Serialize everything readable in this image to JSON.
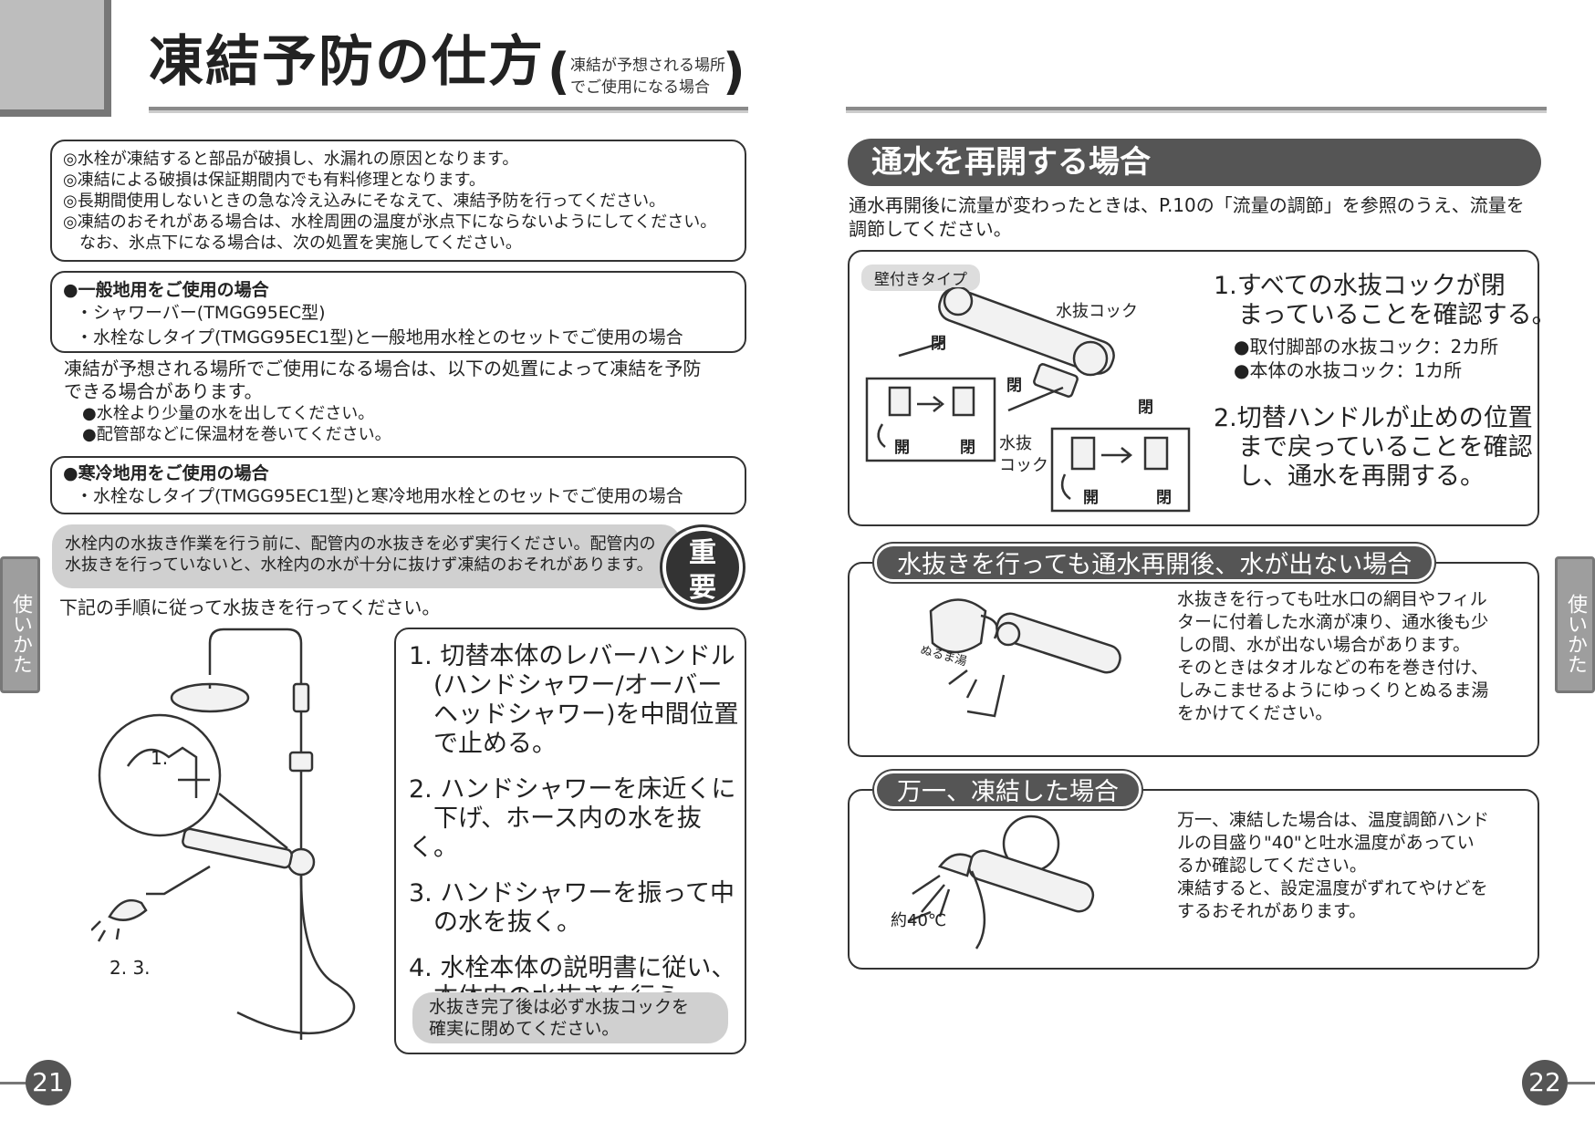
{
  "left": {
    "title": "凍結予防の仕方",
    "paren_open": "(",
    "paren_close": ")",
    "subtitle_lines": [
      "凍結が予想される場所",
      "でご使用になる場合"
    ],
    "warnings": [
      "◎水栓が凍結すると部品が破損し、水漏れの原因となります。",
      "◎凍結による破損は保証期間内でも有料修理となります。",
      "◎長期間使用しないときの急な冷え込みにそなえて、凍結予防を行ってください。",
      "◎凍結のおそれがある場合は、水栓周囲の温度が氷点下にならないようにしてください。",
      "　なお、氷点下になる場合は、次の処置を実施してください。"
    ],
    "general": {
      "header": "●一般地用をご使用の場合",
      "items": [
        "・シャワーバー(TMGG95EC型)",
        "・水栓なしタイプ(TMGG95EC1型)と一般地用水栓とのセットでご使用の場合"
      ]
    },
    "general_note_lines": [
      "凍結が予想される場所でご使用になる場合は、以下の処置によって凍結を予防",
      "できる場合があります。"
    ],
    "general_bullets": [
      "●水栓より少量の水を出してください。",
      "●配管部などに保温材を巻いてください。"
    ],
    "cold": {
      "header": "●寒冷地用をご使用の場合",
      "items": [
        "・水栓なしタイプ(TMGG95EC1型)と寒冷地用水栓とのセットでご使用の場合"
      ]
    },
    "important_note_lines": [
      "水栓内の水抜き作業を行う前に、配管内の水抜きを必ず実行ください。配管内の",
      "水抜きを行っていないと、水栓内の水が十分に抜けず凍結のおそれがあります。"
    ],
    "important_badge": [
      "重",
      "要"
    ],
    "instruction": "下記の手順に従って水抜きを行ってください。",
    "figure_labels": [
      "1.",
      "2. 3."
    ],
    "steps": [
      [
        "1. 切替本体のレバーハンドル",
        "　(ハンドシャワー/オーバー",
        "　ヘッドシャワー)を中間位置",
        "　で止める。"
      ],
      [
        "2. ハンドシャワーを床近くに",
        "　下げ、ホース内の水を抜く。"
      ],
      [
        "3. ハンドシャワーを振って中",
        "　の水を抜く。"
      ],
      [
        "4. 水栓本体の説明書に従い、",
        "　本体内の水抜きを行う。"
      ]
    ],
    "step_note_lines": [
      "水抜き完了後は必ず水抜コックを",
      "確実に閉めてください。"
    ],
    "side_tab": "使いかた",
    "page_number": "21"
  },
  "right": {
    "section_title": "通水を再開する場合",
    "section_intro_lines": [
      "通水再開後に流量が変わったときは、P.10の「流量の調節」を参照のうえ、流量を",
      "調節してください。"
    ],
    "wall_type_label": "壁付きタイプ",
    "diagram_labels": {
      "drain_cock": "水抜コック",
      "closed": "閉",
      "open": "開",
      "drain_cock_lines": [
        "水抜",
        "コック"
      ]
    },
    "step1_lines": [
      "1.すべての水抜コックが閉",
      "　まっていることを確認する。"
    ],
    "step1_bullets": [
      "●取付脚部の水抜コック：2カ所",
      "●本体の水抜コック：1カ所"
    ],
    "step2_lines": [
      "2.切替ハンドルが止めの位置",
      "　まで戻っていることを確認",
      "　し、通水を再開する。"
    ],
    "no_water": {
      "title": "水抜きを行っても通水再開後、水が出ない場合",
      "body_lines": [
        "水抜きを行っても吐水口の網目やフィル",
        "ターに付着した水滴が凍り、通水後も少",
        "しの間、水が出ない場合があります。",
        "そのときはタオルなどの布を巻き付け、",
        "しみこませるようにゆっくりとぬるま湯",
        "をかけてください。"
      ],
      "figure_label": "ぬるま湯"
    },
    "frozen": {
      "title": "万一、凍結した場合",
      "body_lines": [
        "万一、凍結した場合は、温度調節ハンド",
        "ルの目盛り\"40\"と吐水温度があってい",
        "るか確認してください。",
        "凍結すると、設定温度がずれてやけどを",
        "するおそれがあります。"
      ],
      "figure_label": "約40℃"
    },
    "side_tab": "使いかた",
    "page_number": "22"
  }
}
